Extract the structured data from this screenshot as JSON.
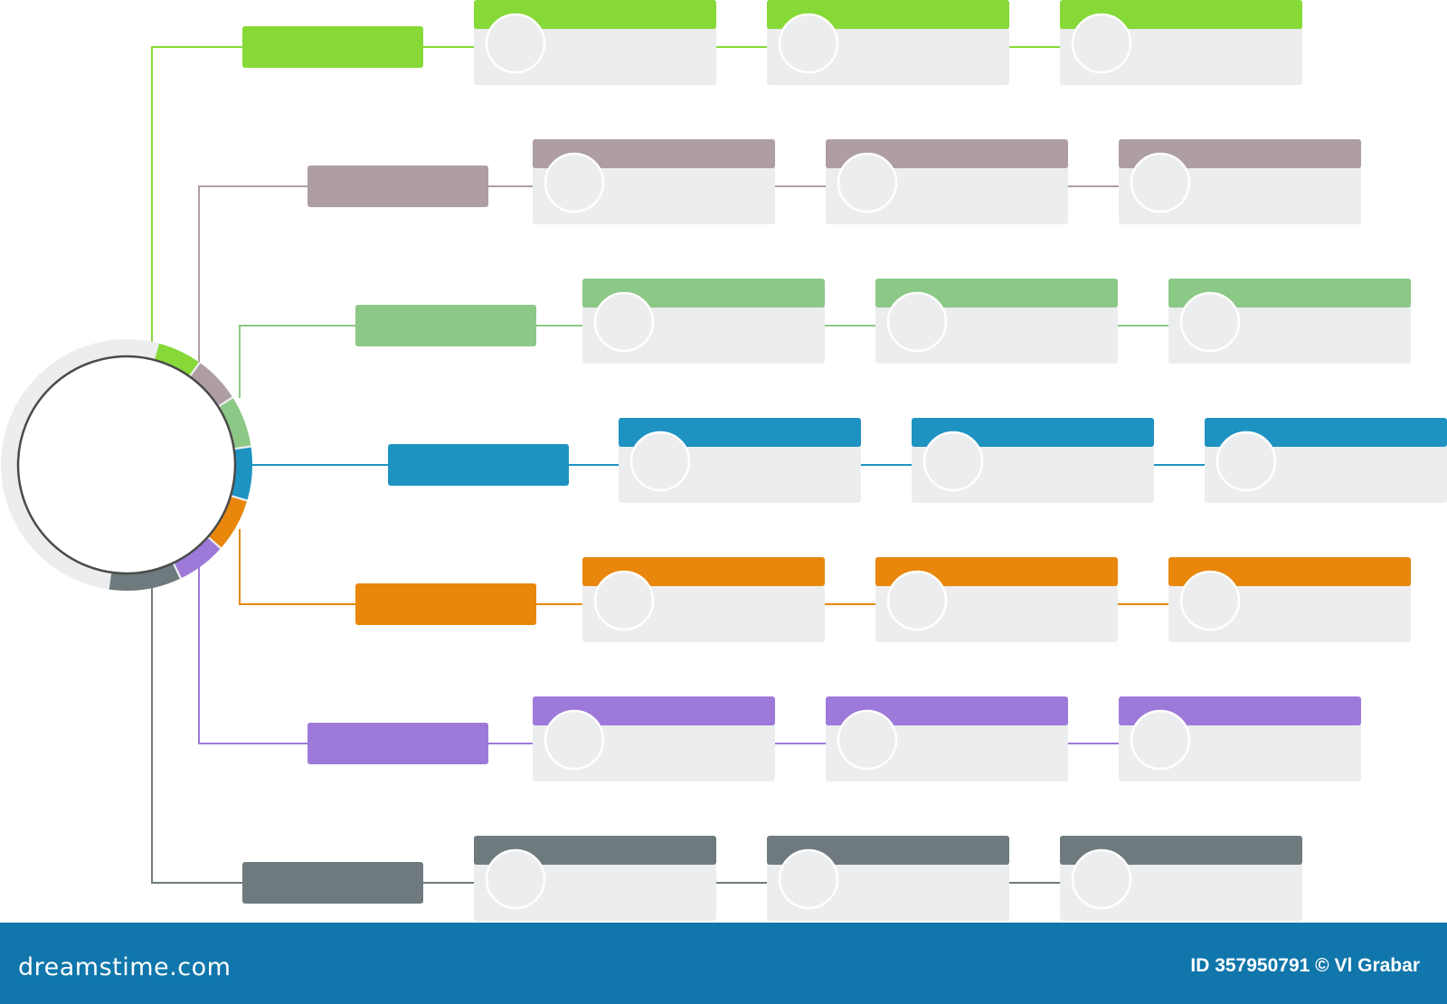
{
  "palette": {
    "green": "#87d937",
    "mauve": "#ae9da5",
    "sage": "#8cc886",
    "blue": "#1e93c2",
    "orange": "#e8870c",
    "purple": "#9d7ad9",
    "slate": "#6e7a7d",
    "card_body": "#ecedef",
    "hub_ring": "#ecedef",
    "hub_outline": "#4a4a4a",
    "footer": "#1076ab"
  },
  "diagram": {
    "type": "hub-and-spoke flowchart",
    "hub": {
      "label": ""
    },
    "branches": [
      {
        "id": "green",
        "color_key": "green",
        "label": "",
        "cards": [
          {
            "title": ""
          },
          {
            "title": ""
          },
          {
            "title": ""
          }
        ]
      },
      {
        "id": "mauve",
        "color_key": "mauve",
        "label": "",
        "cards": [
          {
            "title": ""
          },
          {
            "title": ""
          },
          {
            "title": ""
          }
        ]
      },
      {
        "id": "sage",
        "color_key": "sage",
        "label": "",
        "cards": [
          {
            "title": ""
          },
          {
            "title": ""
          },
          {
            "title": ""
          }
        ]
      },
      {
        "id": "blue",
        "color_key": "blue",
        "label": "",
        "cards": [
          {
            "title": ""
          },
          {
            "title": ""
          },
          {
            "title": ""
          }
        ]
      },
      {
        "id": "orange",
        "color_key": "orange",
        "label": "",
        "cards": [
          {
            "title": ""
          },
          {
            "title": ""
          },
          {
            "title": ""
          }
        ]
      },
      {
        "id": "purple",
        "color_key": "purple",
        "label": "",
        "cards": [
          {
            "title": ""
          },
          {
            "title": ""
          },
          {
            "title": ""
          }
        ]
      },
      {
        "id": "slate",
        "color_key": "slate",
        "label": "",
        "cards": [
          {
            "title": ""
          },
          {
            "title": ""
          },
          {
            "title": ""
          }
        ]
      }
    ]
  },
  "footer": {
    "brand": "dreamstime.com",
    "credit": "ID 357950791 © Vl Grabar"
  }
}
